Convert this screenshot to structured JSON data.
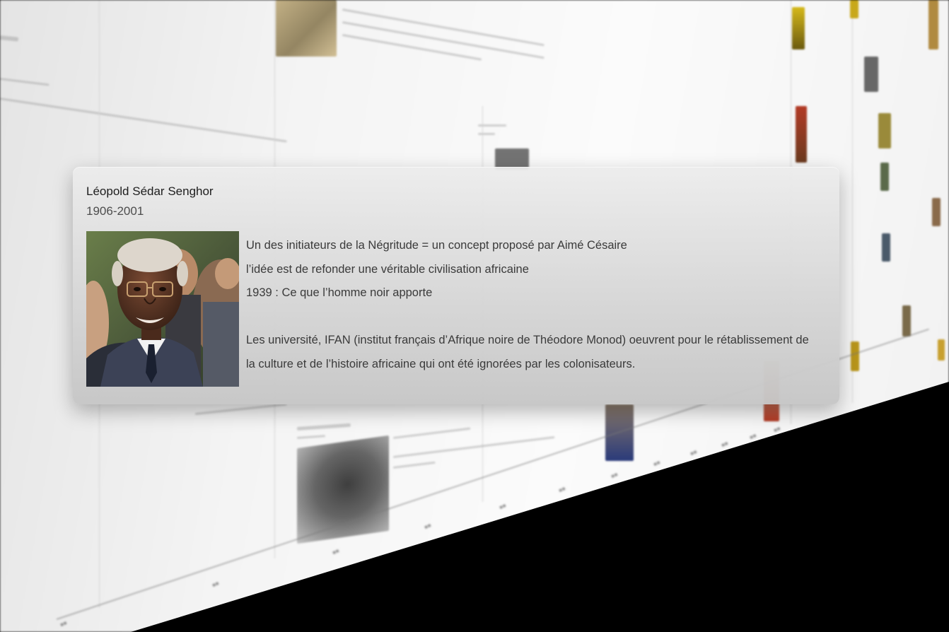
{
  "popup": {
    "name": "Léopold Sédar Senghor",
    "dates": "1906-2001",
    "portrait_icon": "portrait-photo",
    "lines": [
      "Un des initiateurs de la Négritude = un concept proposé par Aimé Césaire",
      "l’idée est de refonder une véritable civilisation africaine",
      "1939 : Ce que l’homme noir apporte"
    ],
    "paragraph": [
      "Les université, IFAN (institut français d’Afrique noire de Théodore Monod) oeuvrent pour le rétablissement de",
      "la culture et de l’histoire africaine qui ont été ignorées par les colonisateurs."
    ]
  },
  "colors": {
    "card_background": "#dcdcdc",
    "title_text": "#1d1d1d",
    "body_text": "#3a3a3a",
    "wall": "#f4f4f4",
    "floor": "#000000"
  }
}
